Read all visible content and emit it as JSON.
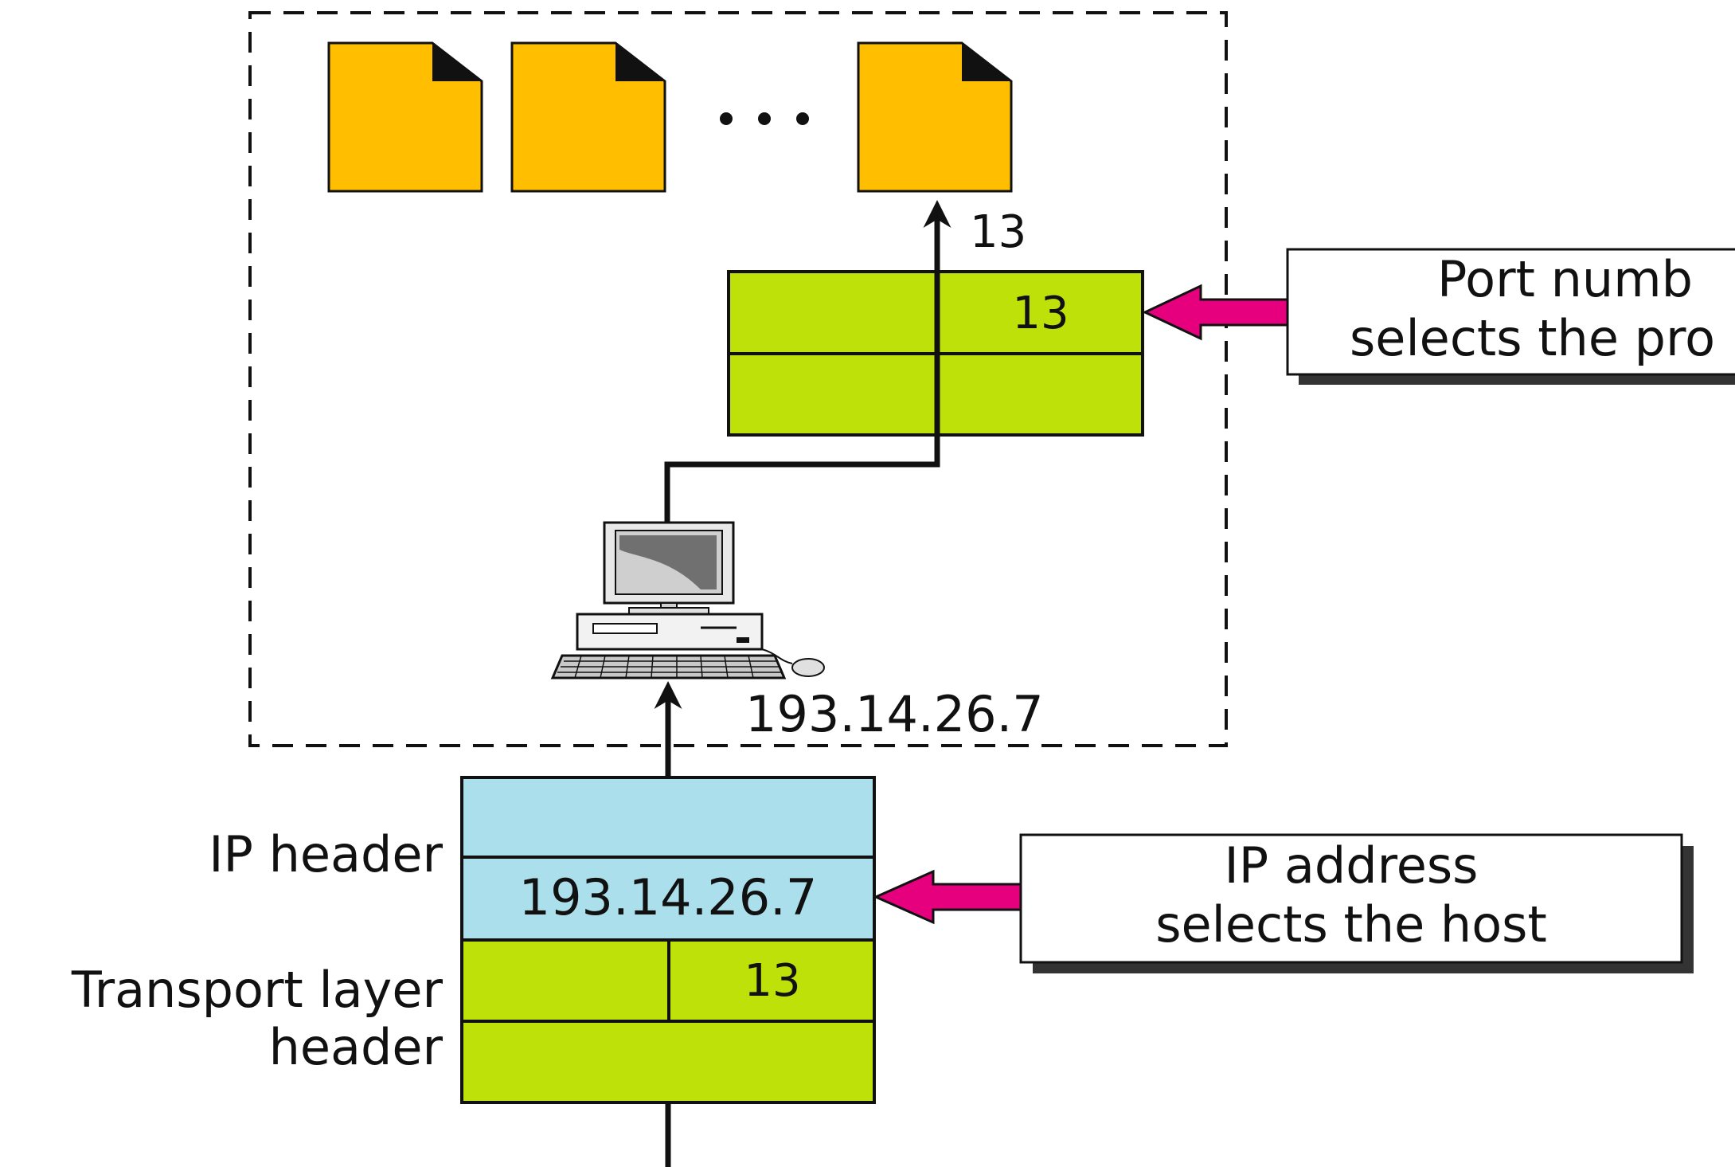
{
  "diagram": {
    "colors": {
      "document": "#FFBE00",
      "transport": "#BFE10A",
      "ip": "#ABDFEC",
      "pointer_arrow": "#E6007E",
      "line": "#111111",
      "background": "#FFFFFF"
    },
    "icons": [
      "document-icon",
      "ellipsis-icon",
      "computer-icon"
    ],
    "ellipsis": "...",
    "process_port_label": "13",
    "host_address_label": "193.14.26.7",
    "transport_header_box": {
      "port": "13"
    },
    "packet": {
      "ip_header_label": "IP header",
      "ip_address": "193.14.26.7",
      "transport_header_label_line1": "Transport layer",
      "transport_header_label_line2": "header",
      "port": "13"
    },
    "callouts": {
      "port": {
        "line1": "Port numb",
        "line2": "selects the pro"
      },
      "ip": {
        "line1": "IP address",
        "line2": "selects the host"
      }
    }
  }
}
